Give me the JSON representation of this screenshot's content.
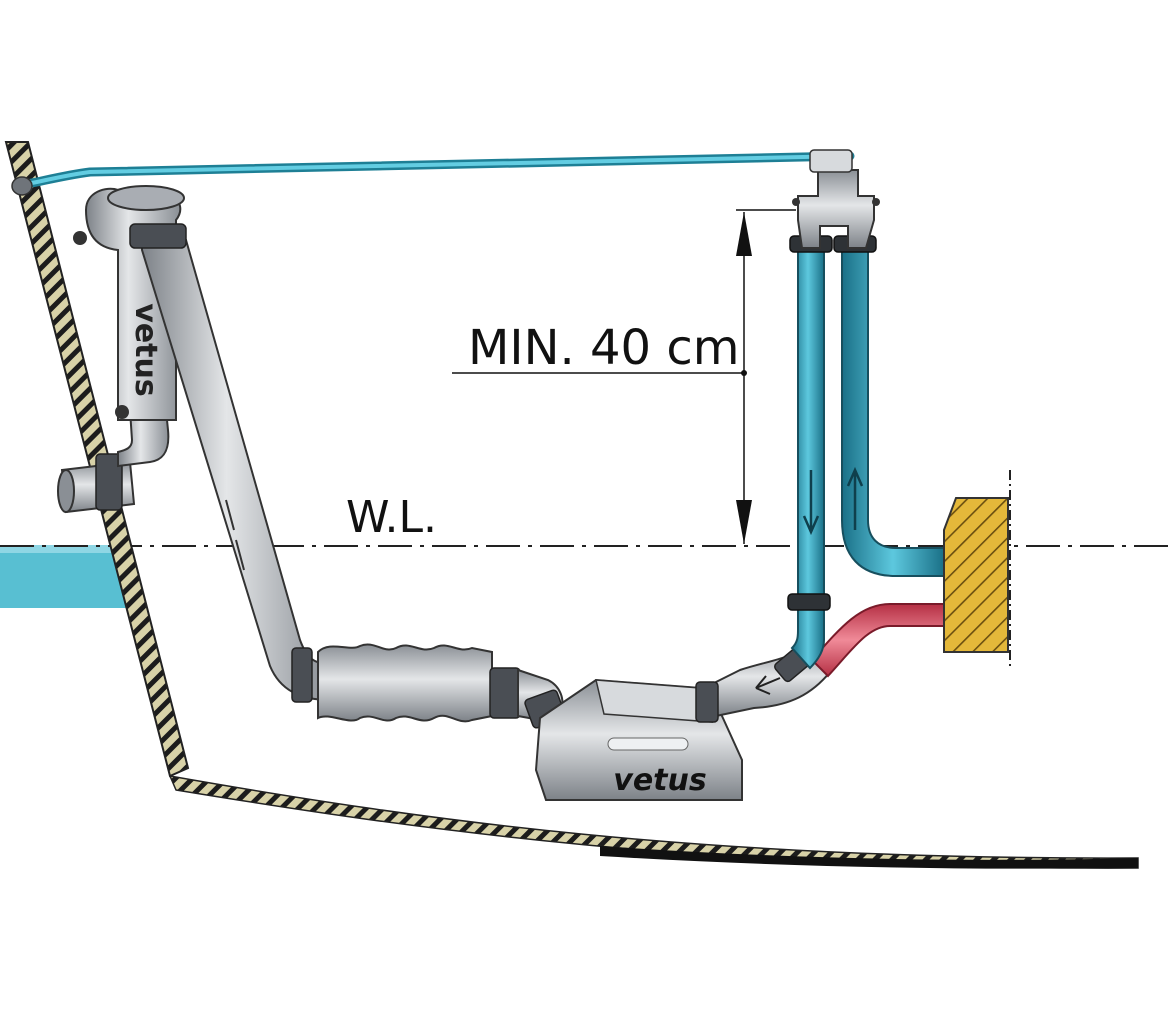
{
  "labels": {
    "min_height": "MIN. 40 cm",
    "waterline": "W.L."
  },
  "brand": {
    "logo_text": "vetus"
  },
  "colors": {
    "water": "#3fb4cc",
    "water_dark": "#1e7f95",
    "hot_water": "#e45a6e",
    "component_gray": "#b8bcc2",
    "component_dark": "#6f747a",
    "block_yellow": "#e4b83a",
    "hull_line": "#111111",
    "hull_fill": "#c9c39a"
  },
  "icons": [
    "arrow-down-icon",
    "arrow-up-icon",
    "flow-arrow-icon"
  ]
}
